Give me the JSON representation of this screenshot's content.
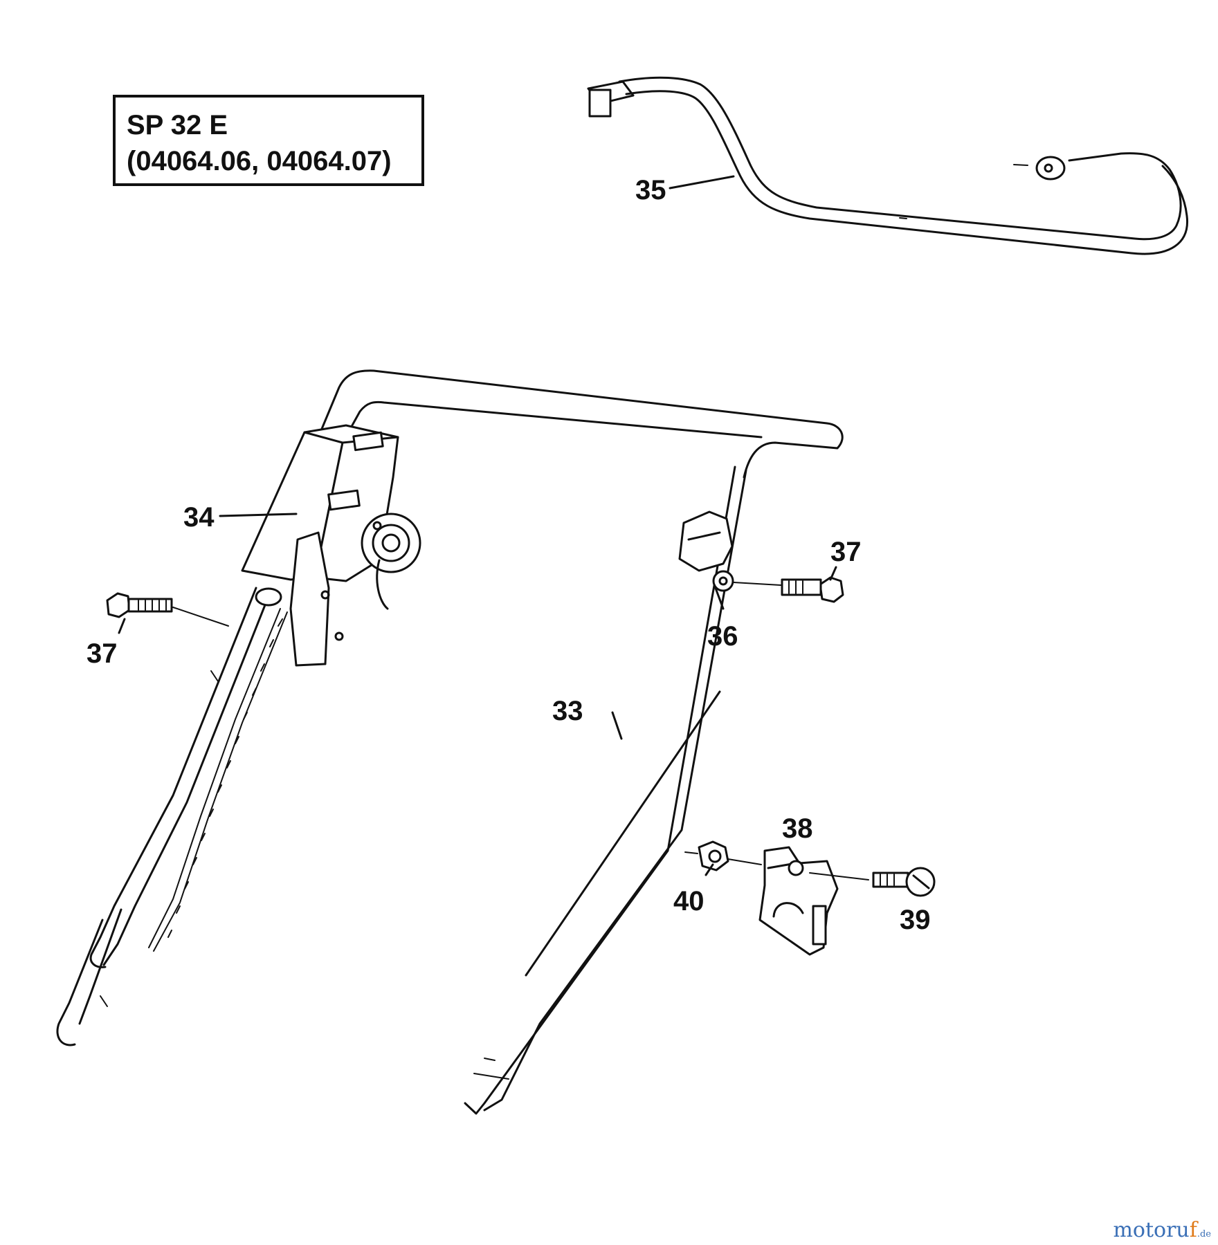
{
  "title_box": {
    "line1": "SP 32 E",
    "line2": "(04064.06, 04064.07)"
  },
  "callouts": {
    "c33": "33",
    "c34": "34",
    "c35": "35",
    "c36": "36",
    "c37_left": "37",
    "c37_right": "37",
    "c38": "38",
    "c39": "39",
    "c40": "40"
  },
  "watermark": {
    "text_main": "motoru",
    "text_accent": "f",
    "text_tld": ".de"
  },
  "colors": {
    "line": "#111111",
    "background": "#ffffff",
    "watermark_blue": "#3a6fb6",
    "watermark_orange": "#e07b1a"
  }
}
